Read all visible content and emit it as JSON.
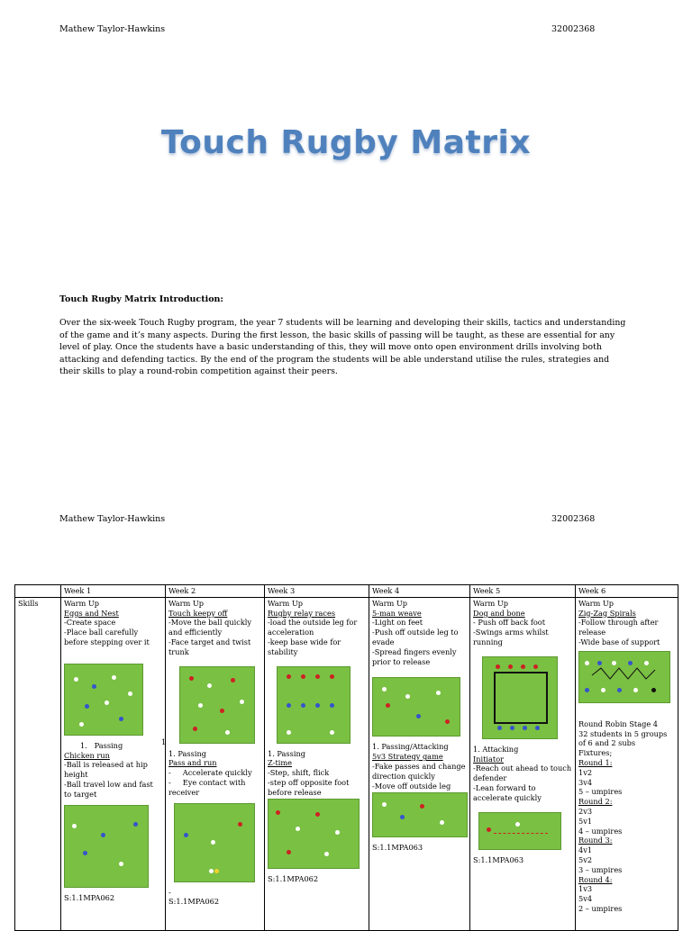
{
  "header": {
    "author": "Mathew Taylor-Hawkins",
    "id": "32002368"
  },
  "title": "Touch Rugby Matrix",
  "intro": {
    "heading": "Touch Rugby Matrix Introduction:",
    "paragraph": "Over the six-week Touch Rugby program, the year 7 students will be learning and developing their skills, tactics and understanding of the game and it’s many aspects. During the first lesson, the basic skills of passing will be taught, as these are essential for any level of play. Once the students have a basic understanding of this, they will move onto open environment drills involving both attacking and defending tactics. By the end of the program the students will be able understand utilise the rules, strategies and their skills to play a round-robin competition against their peers."
  },
  "footer_header": {
    "author": "Mathew Taylor-Hawkins",
    "id": "32002368"
  },
  "table": {
    "row_label": "Skills",
    "weeks": [
      "Week 1",
      "Week 2",
      "Week 3",
      "Week 4",
      "Week 5",
      "Week 6"
    ],
    "w1": {
      "warm": "Warm Up",
      "drill": "Eggs and Nest",
      "l1": "-Create space",
      "l2": "-Place ball carefully before stepping over it",
      "pass_num": "1.",
      "pass": "Passing",
      "drill2": "Chicken run",
      "l3": "-Ball is released at hip height",
      "l4": "-Ball travel low and fast to target",
      "code": "S:1.1MPA062",
      "stray": "1"
    },
    "w2": {
      "warm": "Warm Up",
      "drill": "Touch keepy off",
      "l1": "-Move the ball quickly and efficiently",
      "l2": "-Face target and twist trunk",
      "pass": "1. Passing",
      "drill2": "Pass and run",
      "b1": "Accelerate quickly",
      "b2": "Eye contact with receiver",
      "dash": "-",
      "code": "S:1.1MPA062"
    },
    "w3": {
      "warm": "Warm Up",
      "drill": "Rugby relay races",
      "l1": "-load the outside leg for acceleration",
      "l2": "-keep base wide for stability",
      "pass": "1. Passing",
      "drill2": "Z-time",
      "l3": "-Step, shift, flick",
      "l4": "-step off opposite foot before release",
      "code": "S:1.1MPA062"
    },
    "w4": {
      "warm": "Warm Up",
      "drill": "5-man weave",
      "l1": "-Light on feet",
      "l2": "-Push off outside leg to evade",
      "l3": "-Spread fingers evenly prior to release",
      "pass": "1. Passing/Attacking",
      "drill2": "5v3 Strategy game",
      "l4": "-Fake passes and change direction quickly",
      "l5": "-Move off outside leg",
      "code": "S:1.1MPA063"
    },
    "w5": {
      "warm": "Warm Up",
      "drill": "Dog and bone",
      "l1": "- Push off back foot",
      "l2": "-Swings arms whilst running",
      "pass": "1. Attacking",
      "drill2": "Initiator",
      "l3": "-Reach out ahead to touch defender",
      "l4": "-Lean forward to accelerate quickly",
      "code": "S:1.1MPA063"
    },
    "w6": {
      "warm": "Warm Up",
      "drill": "Zig-Zag Spirals",
      "l1": "-Follow through after release",
      "l2": "-Wide base of support",
      "rr": "Round Robin Stage 4",
      "rr2": "32 students in 5 groups of 6 and 2 subs",
      "fixtures": "Fixtures;",
      "r1": "Round 1:",
      "r1a": "1v2",
      "r1b": "3v4",
      "r1c": "5 – umpires",
      "r2": "Round 2:",
      "r2a": "2v3",
      "r2b": "5v1",
      "r2c": "4 – umpires",
      "r3": "Round 3:",
      "r3a": "4v1",
      "r3b": "5v2",
      "r3c": "3 – umpires",
      "r4": "Round 4:",
      "r4a": "1v3",
      "r4b": "5v4",
      "r4c": "2 – umpires"
    }
  },
  "colors": {
    "title": "#4f81bd",
    "field": "#7ac043",
    "border": "#000000"
  }
}
